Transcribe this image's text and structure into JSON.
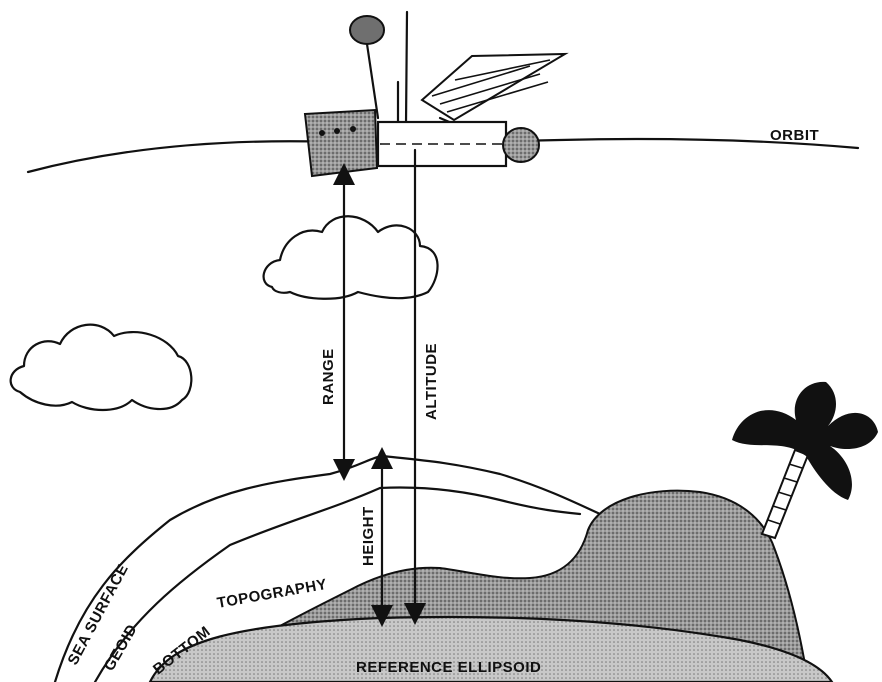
{
  "labels": {
    "orbit": "ORBIT",
    "range": "RANGE",
    "altitude": "ALTITUDE",
    "height": "HEIGHT",
    "sea_surface": "SEA SURFACE",
    "geoid": "GEOID",
    "bottom": "BOTTOM",
    "topography": "TOPOGRAPHY",
    "reference_ellipsoid": "REFERENCE ELLIPSOID"
  }
}
